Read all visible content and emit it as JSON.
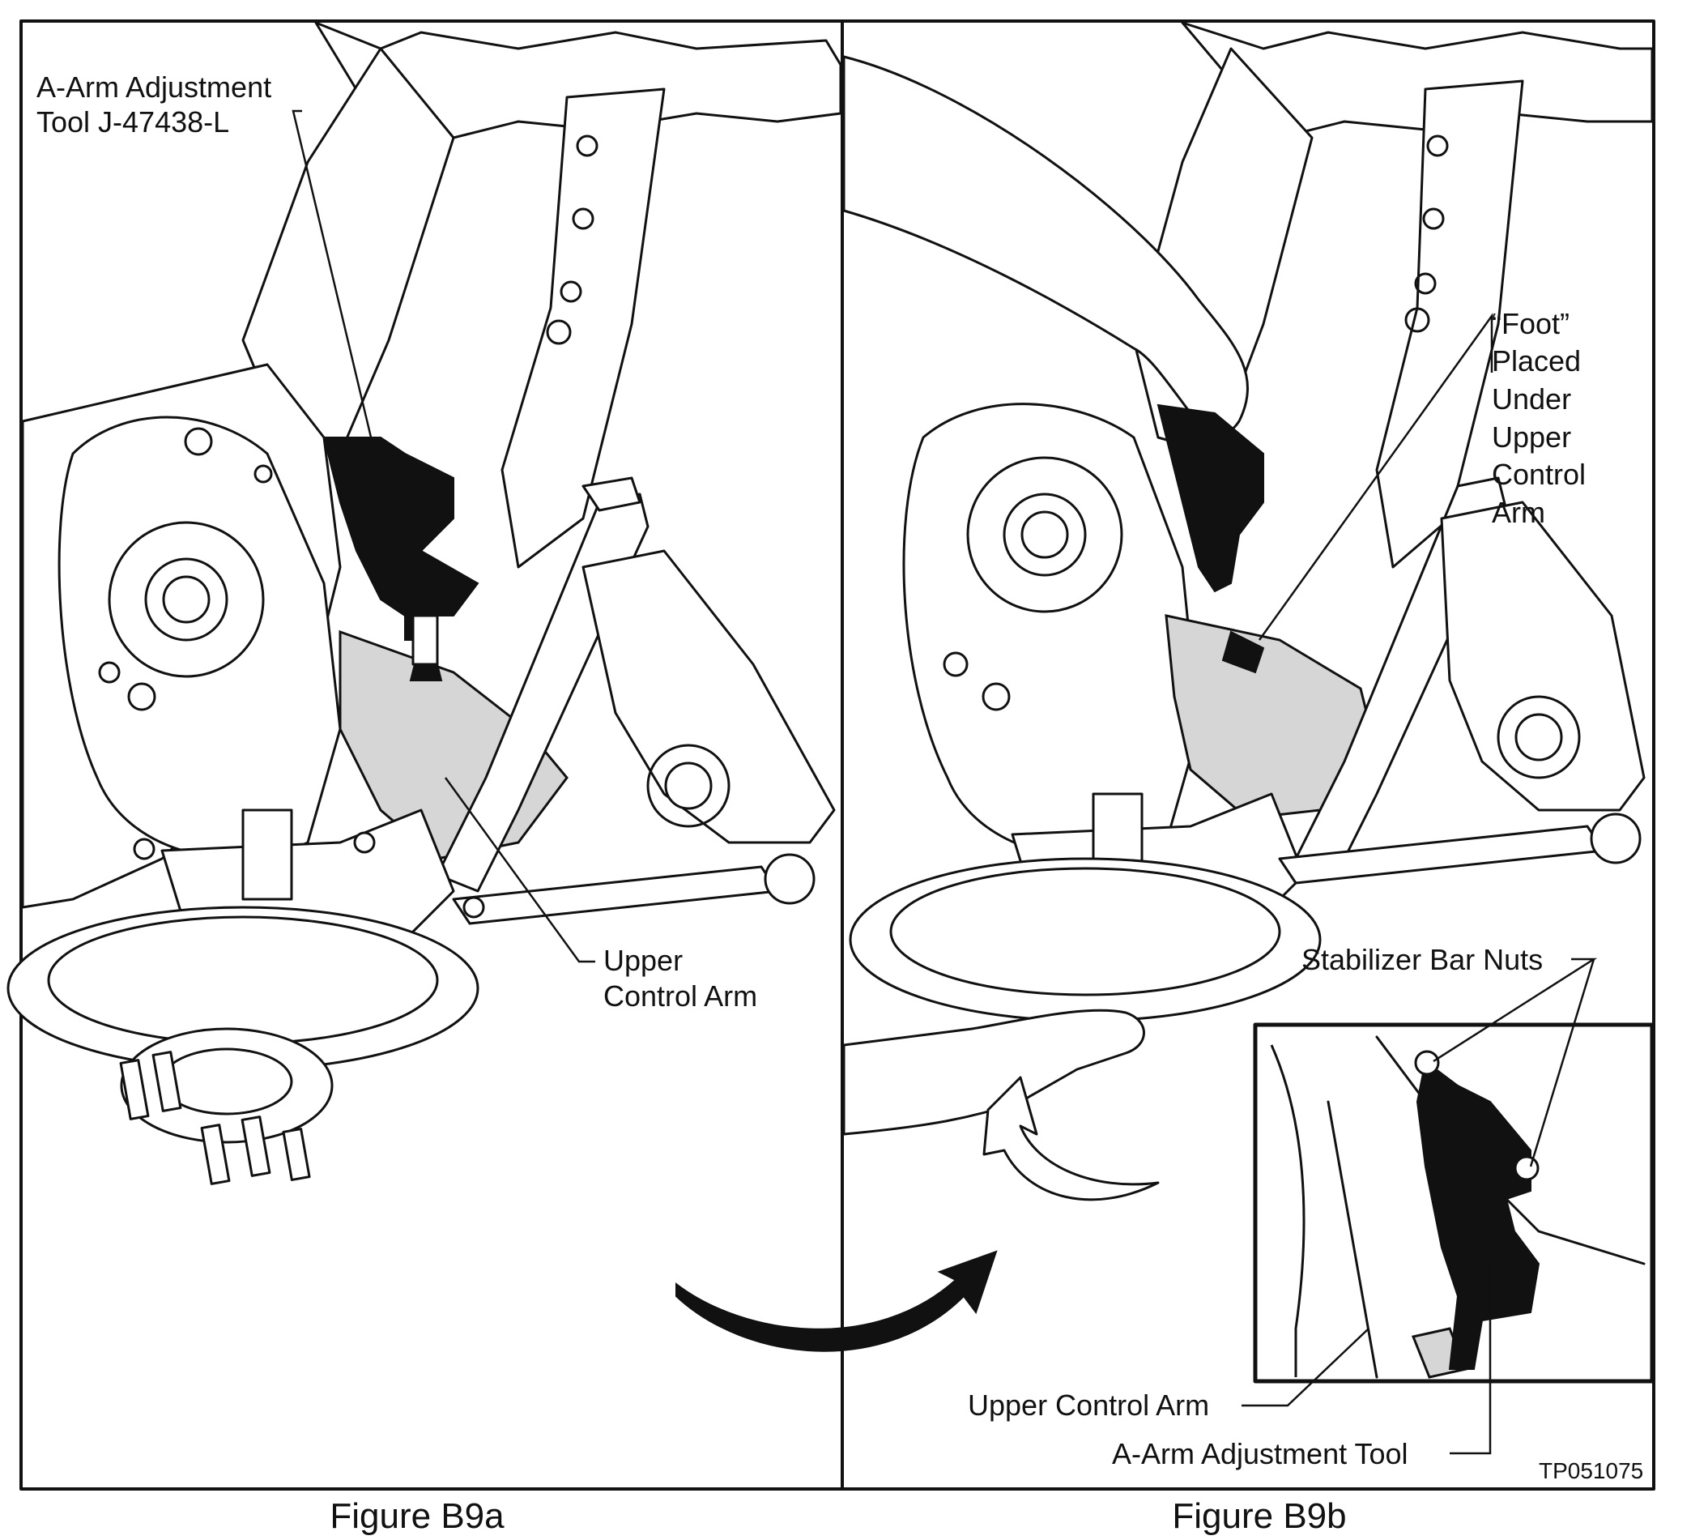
{
  "panels": {
    "left": {
      "caption": "Figure B9a",
      "callouts": {
        "tool_line1": "A-Arm Adjustment",
        "tool_line2": "Tool J-47438-L",
        "uca_line1": "Upper",
        "uca_line2": "Control Arm"
      }
    },
    "right": {
      "caption": "Figure B9b",
      "callouts": {
        "foot_line1": "“Foot”",
        "foot_line2": "Placed",
        "foot_line3": "Under",
        "foot_line4": "Upper",
        "foot_line5": "Control",
        "foot_line6": "Arm",
        "stabilizer": "Stabilizer Bar Nuts",
        "inset_uca": "Upper Control Arm",
        "inset_tool": "A-Arm Adjustment Tool"
      },
      "code": "TP051075"
    }
  },
  "colors": {
    "ink": "#111111",
    "highlight": "#d6d6d6",
    "paper": "#ffffff"
  }
}
